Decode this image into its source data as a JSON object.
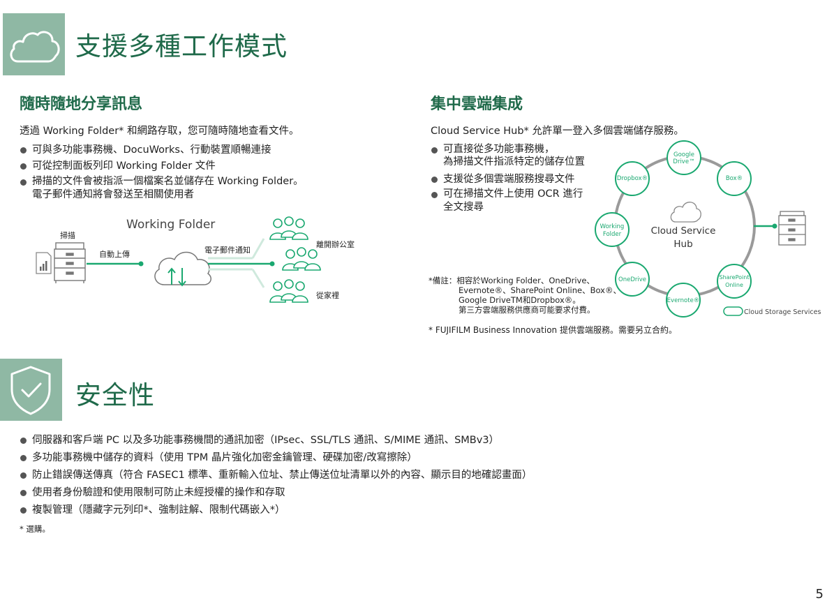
{
  "section1": {
    "title": "支援多種工作模式",
    "icon": "cloud-icon",
    "left": {
      "title": "隨時隨地分享訊息",
      "intro": "透過 Working Folder* 和網路存取，您可隨時隨地查看文件。",
      "bullets": [
        {
          "line1": "可與多功能事務機、DocuWorks、行動裝置順暢連接",
          "line2": ""
        },
        {
          "line1": "可從控制面板列印 Working Folder 文件",
          "line2": ""
        },
        {
          "line1": "掃描的文件會被指派一個檔案名並儲存在 Working Folder。",
          "line2": "電子郵件通知將會發送至相關使用者"
        }
      ],
      "diagram": {
        "scan_label": "掃描",
        "auto_upload_label": "自動上傳",
        "working_folder_label": "Working Folder",
        "email_notify_label": "電子郵件通知",
        "away_office_label": "離開辦公室",
        "home_label": "從家裡"
      }
    },
    "right": {
      "title": "集中雲端集成",
      "intro": "Cloud Service Hub* 允許單一登入多個雲端儲存服務。",
      "bullets": [
        {
          "line1": "可直接從多功能事務機，",
          "line2": "為掃描文件指派特定的儲存位置"
        },
        {
          "line1": "支援從多個雲端服務搜尋文件",
          "line2": ""
        },
        {
          "line1": "可在掃描文件上使用 OCR 進行",
          "line2": "全文搜尋"
        }
      ],
      "hub": {
        "center_line1": "Cloud Service",
        "center_line2": "Hub",
        "nodes": [
          "Google Drive™",
          "Box®",
          "SharePoint Online",
          "Evernote®",
          "OneDrive",
          "Working Folder",
          "Dropbox®"
        ],
        "legend": "Cloud Storage Services"
      },
      "note": {
        "line1": "*備註：相容於Working Folder、OneDrive、",
        "line2": "Evernote®、SharePoint Online、Box®、",
        "line3": "Google DriveTM和Dropbox®。",
        "line4": "第三方雲端服務供應商可能要求付費。"
      },
      "footnote": "* FUJIFILM Business Innovation 提供雲端服務。需要另立合約。"
    }
  },
  "section2": {
    "title": "安全性",
    "icon": "shield-check-icon",
    "bullets": [
      "伺服器和客戶端 PC 以及多功能事務機間的通訊加密（IPsec、SSL/TLS 通訊、S/MIME 通訊、SMBv3）",
      "多功能事務機中儲存的資料（使用 TPM 晶片強化加密金鑰管理、硬碟加密/改寫擦除）",
      "防止錯誤傳送傳真（符合 FASEC1 標準、重新輸入位址、禁止傳送位址清單以外的內容、顯示目的地確認畫面）",
      "使用者身份驗證和使用限制可防止未經授權的操作和存取",
      "複製管理（隱藏字元列印*、強制註解、限制代碼嵌入*）"
    ],
    "footnote": "* 選購。"
  },
  "page_number": "5",
  "colors": {
    "accent": "#1f6a4a",
    "green": "#1aa870",
    "icon_bg": "#8fb8a4"
  }
}
